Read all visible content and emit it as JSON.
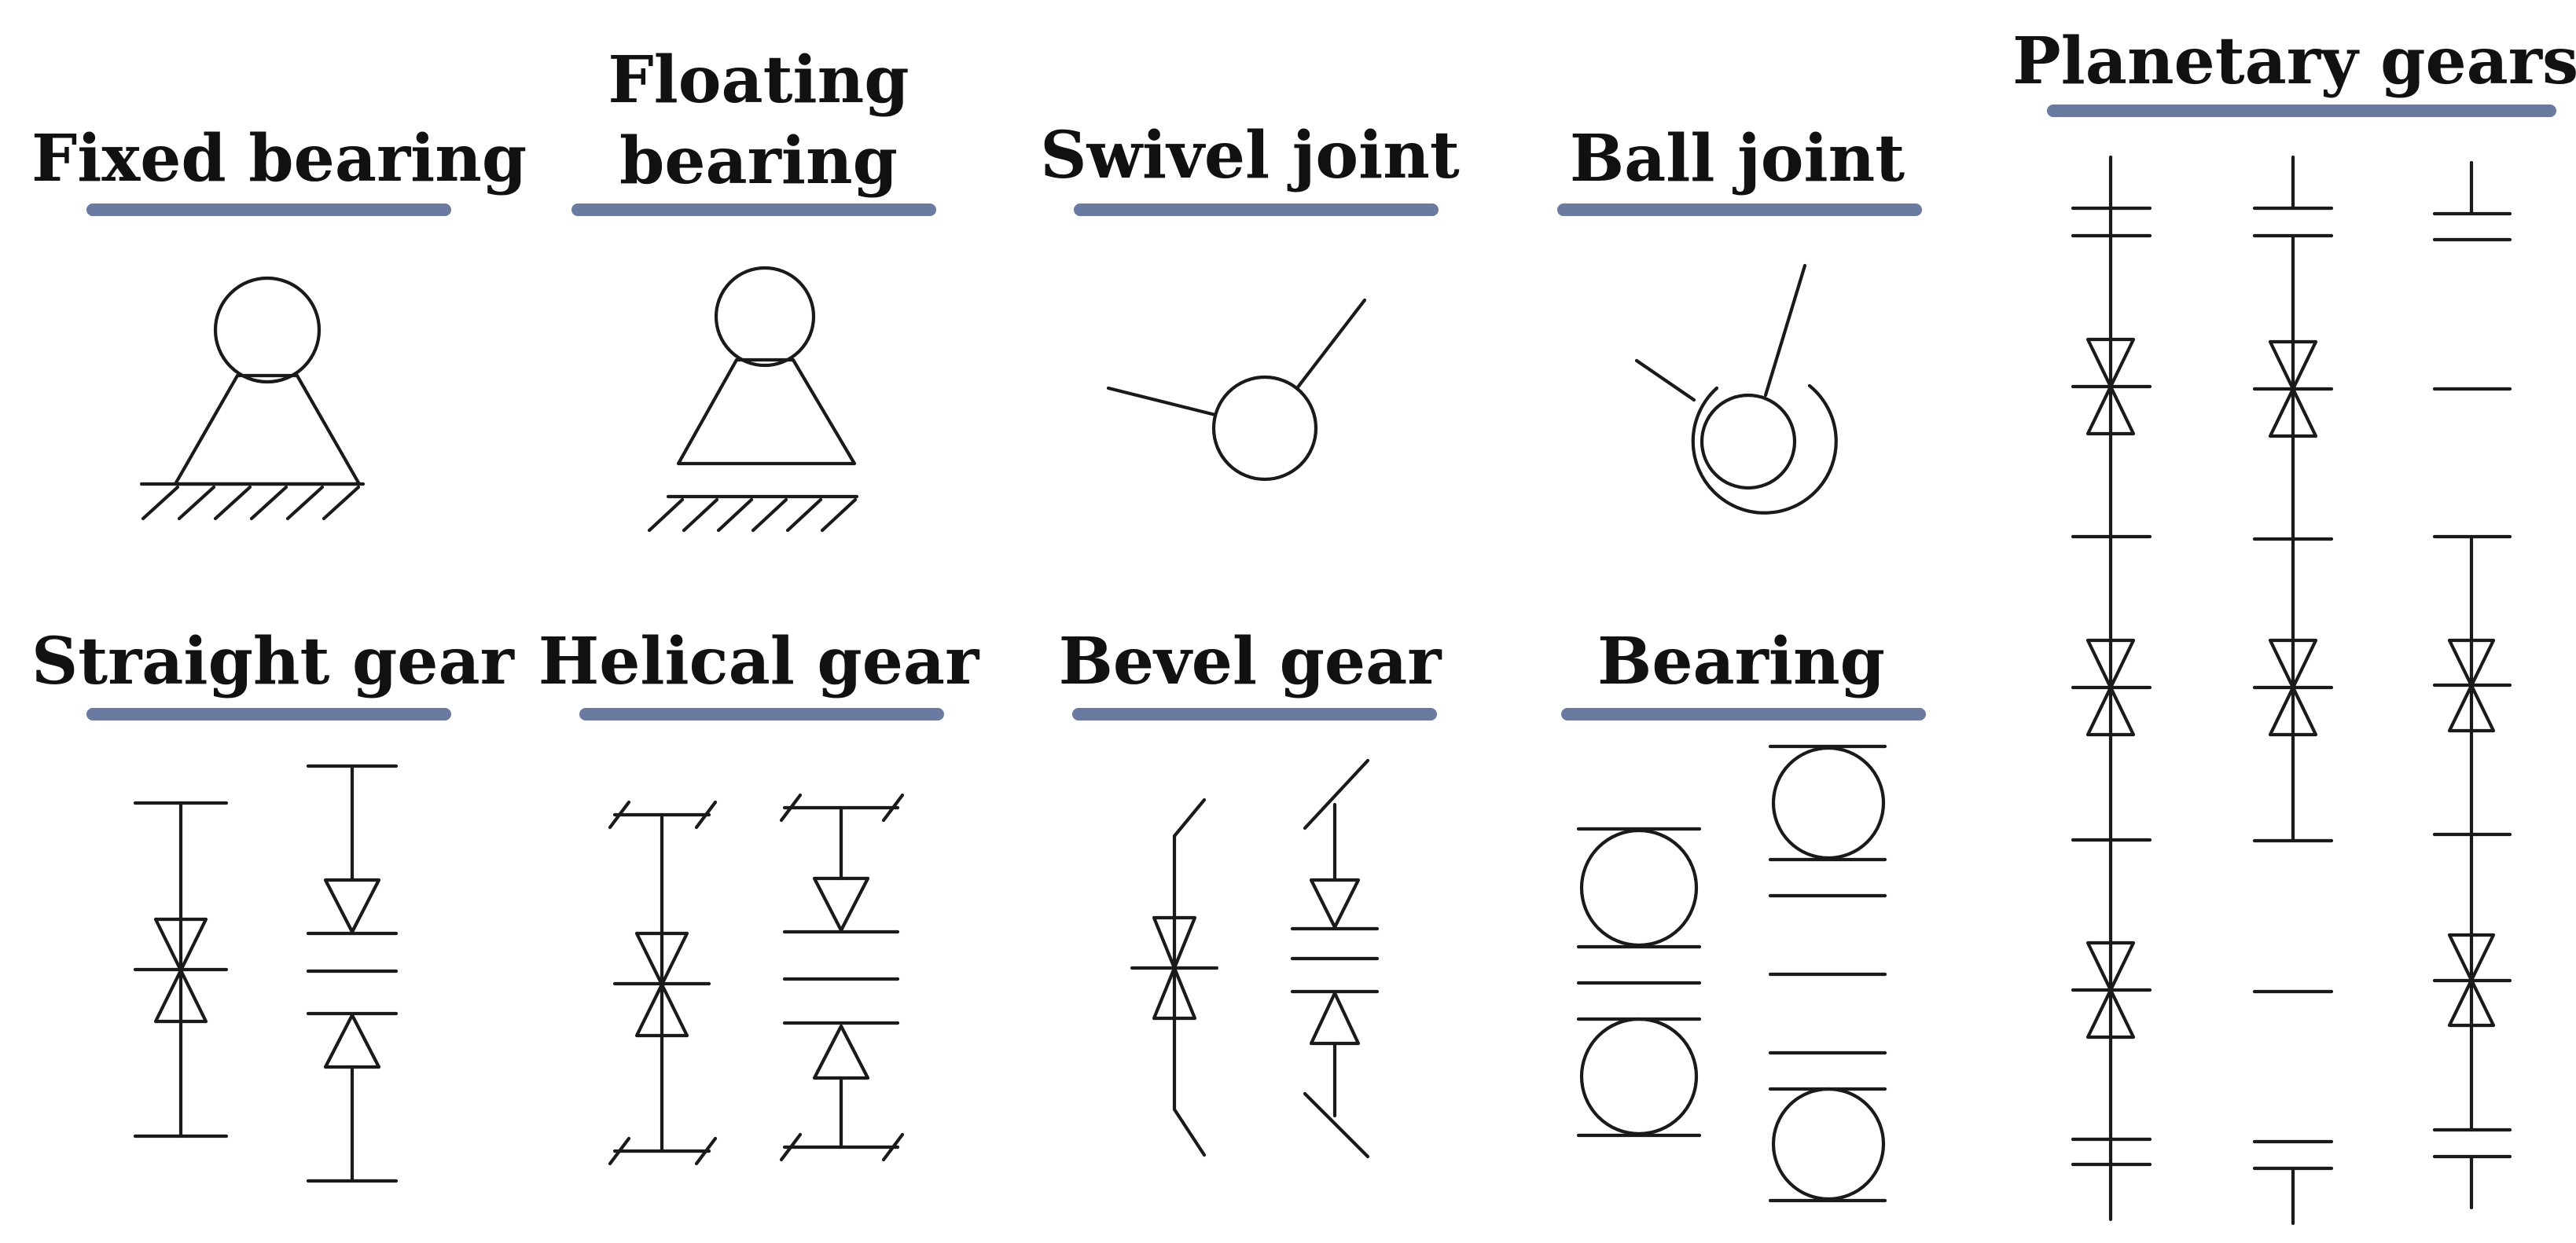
{
  "accent_color": "#6b7aa1",
  "symbols": [
    {
      "id": "fixed-bearing",
      "title": "Fixed bearing"
    },
    {
      "id": "floating-bearing",
      "title_lines": [
        "Floating",
        "bearing"
      ]
    },
    {
      "id": "swivel-joint",
      "title": "Swivel joint"
    },
    {
      "id": "ball-joint",
      "title": "Ball joint"
    },
    {
      "id": "planetary-gears",
      "title": "Planetary gears"
    },
    {
      "id": "straight-gear",
      "title": "Straight gear"
    },
    {
      "id": "helical-gear",
      "title": "Helical gear"
    },
    {
      "id": "bevel-gear",
      "title": "Bevel gear"
    },
    {
      "id": "bearing",
      "title": "Bearing"
    }
  ]
}
